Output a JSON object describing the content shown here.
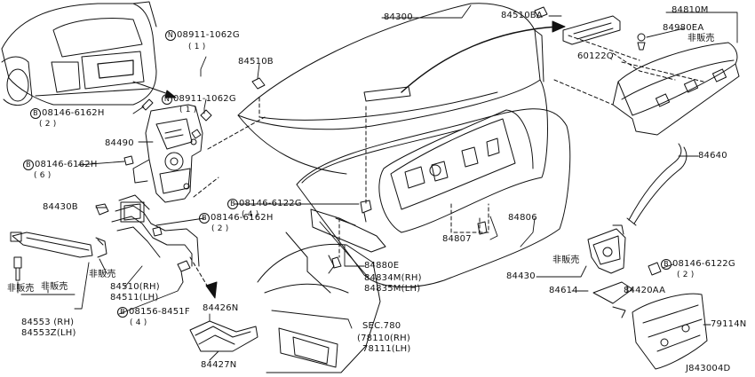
{
  "colors": {
    "line": "#111111",
    "background": "#ffffff"
  },
  "part_labels": {
    "p84300": "84300",
    "p84510BA": "84510BA",
    "p84810M": "84810M",
    "p84980EA": "84980EA",
    "hanbai_top": "非販売",
    "p60122Q": "60122Q",
    "p84510B": "84510B",
    "p84490": "84490",
    "p84430B": "84430B",
    "p84640": "84640",
    "p84806": "84806",
    "p84807": "84807",
    "p84880E": "84880E",
    "p84834M": "84834M(RH)",
    "p84835M": "84835M(LH)",
    "p84430": "84430",
    "hanbai_right": "非販売",
    "p84614": "84614",
    "p84420AA": "84420AA",
    "p79114N": "79114N",
    "p84510RH": "84510(RH)",
    "p84511LH": "84511(LH)",
    "p84426N": "84426N",
    "p84427N": "84427N",
    "sec780": "SEC.780",
    "p78110": "(78110(RH)",
    "p78111": "78111(LH)",
    "hanbai_left1": "非販売",
    "hanbai_left2": "非販売",
    "hanbai_left3": "非販売",
    "p84553": "84553 (RH)",
    "p84553Z": "84553Z(LH)",
    "diagram_code": "J843004D"
  },
  "callouts": {
    "n1": {
      "symbol": "N",
      "code": "08911-1062G",
      "qty": "( 1 )"
    },
    "n2": {
      "symbol": "N",
      "code": "08911-1062G",
      "qty": "( 1 )"
    },
    "b1": {
      "symbol": "B",
      "code": "08146-6162H",
      "qty": "( 2 )"
    },
    "b2": {
      "symbol": "B",
      "code": "08146-6162H",
      "qty": "( 6 )"
    },
    "b3": {
      "symbol": "B",
      "code": "08146-6162H",
      "qty": "( 2 )"
    },
    "b4": {
      "symbol": "B",
      "code": "08146-6122G",
      "qty": "( 4 )"
    },
    "b5": {
      "symbol": "B",
      "code": "08146-6122G",
      "qty": "( 2 )"
    },
    "b6": {
      "symbol": "B",
      "code": "08156-8451F",
      "qty": "( 4 )"
    }
  }
}
